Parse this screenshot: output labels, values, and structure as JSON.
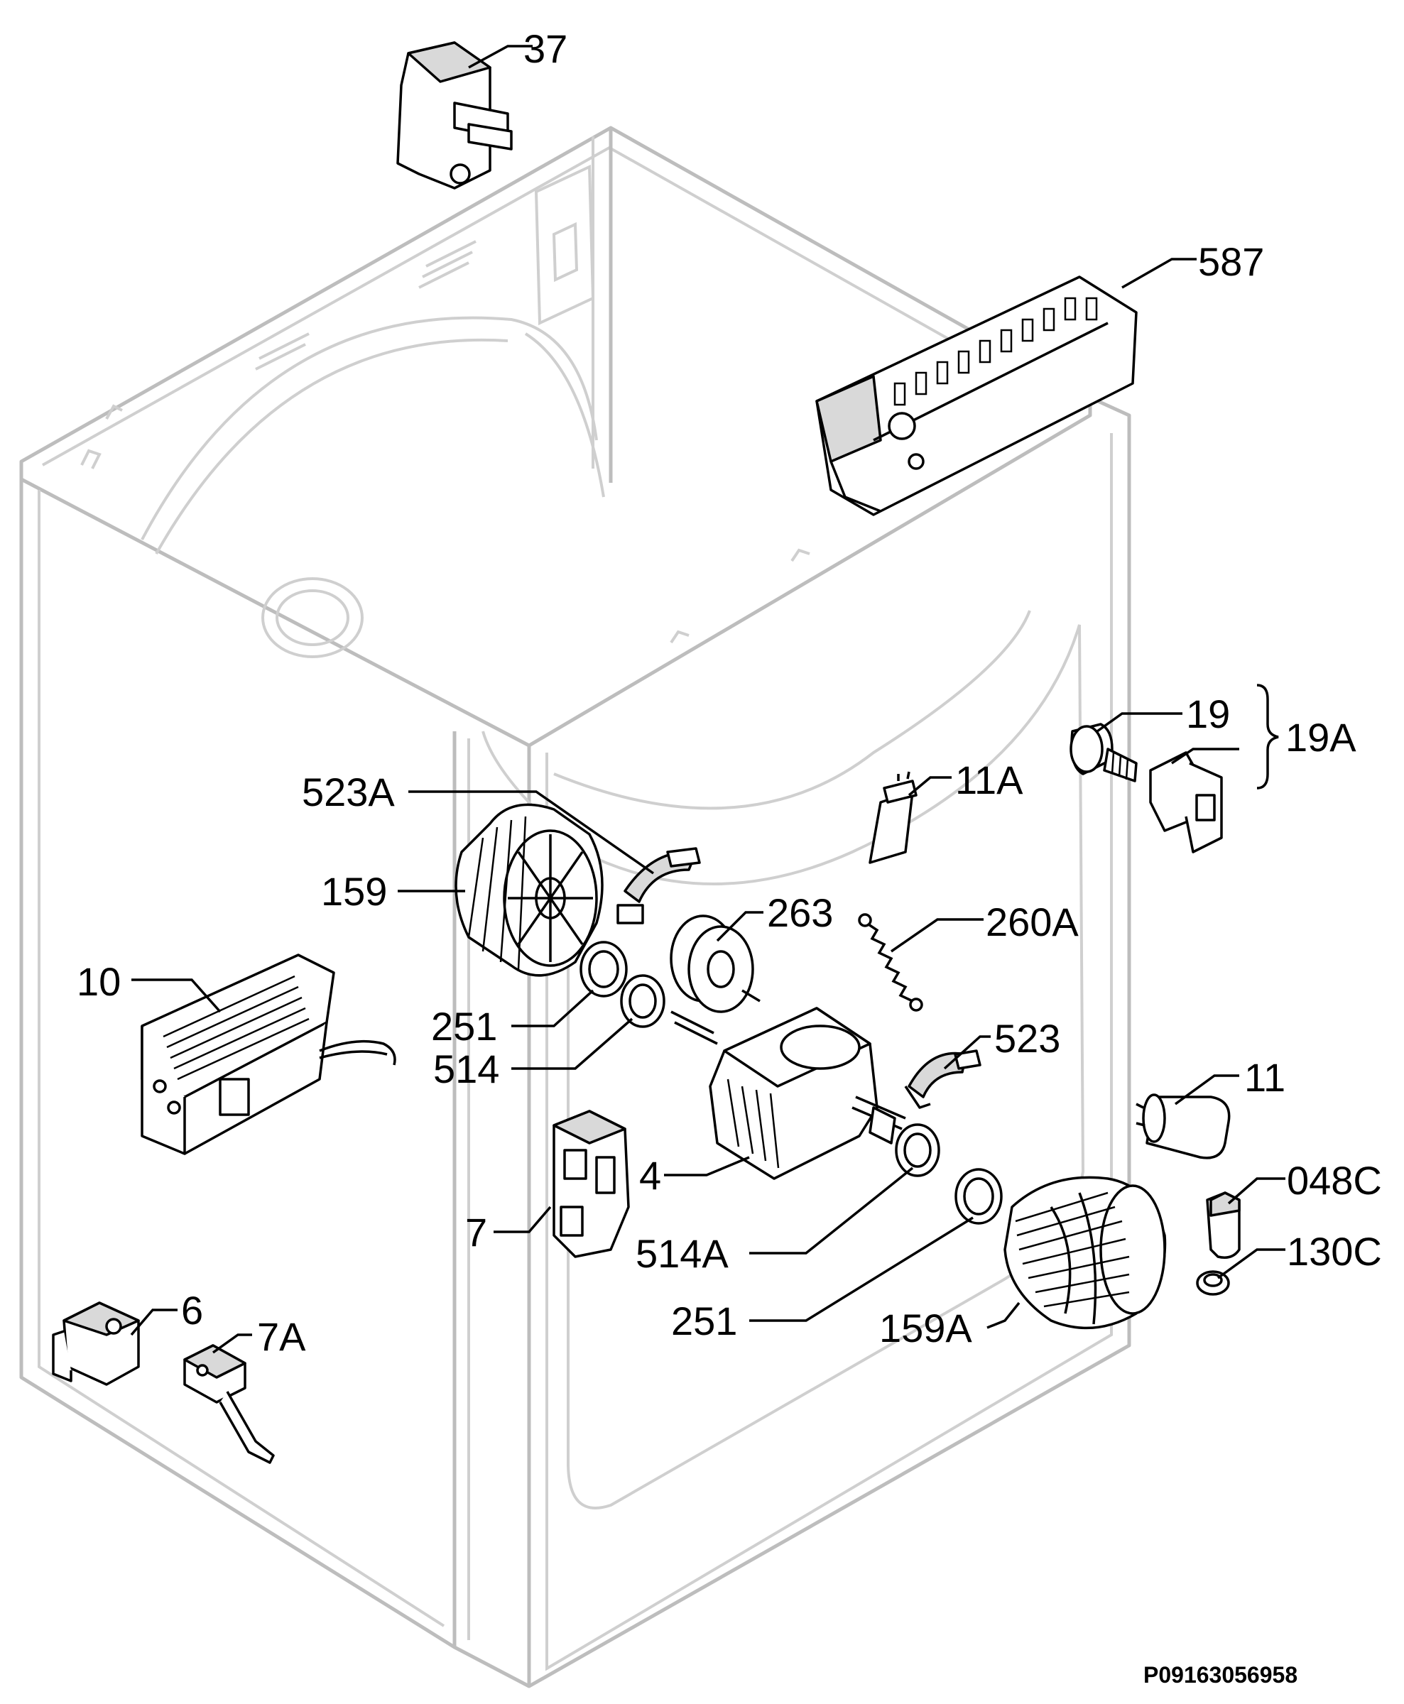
{
  "diagram": {
    "callouts": [
      {
        "id": "37",
        "label": "37"
      },
      {
        "id": "587",
        "label": "587"
      },
      {
        "id": "19",
        "label": "19"
      },
      {
        "id": "19A",
        "label": "19A"
      },
      {
        "id": "523A",
        "label": "523A"
      },
      {
        "id": "11A",
        "label": "11A"
      },
      {
        "id": "159",
        "label": "159"
      },
      {
        "id": "263",
        "label": "263"
      },
      {
        "id": "260A",
        "label": "260A"
      },
      {
        "id": "10",
        "label": "10"
      },
      {
        "id": "523",
        "label": "523"
      },
      {
        "id": "251a",
        "label": "251"
      },
      {
        "id": "514",
        "label": "514"
      },
      {
        "id": "11",
        "label": "11"
      },
      {
        "id": "4",
        "label": "4"
      },
      {
        "id": "048C",
        "label": "048C"
      },
      {
        "id": "7",
        "label": "7"
      },
      {
        "id": "130C",
        "label": "130C"
      },
      {
        "id": "514A",
        "label": "514A"
      },
      {
        "id": "6",
        "label": "6"
      },
      {
        "id": "251b",
        "label": "251"
      },
      {
        "id": "159A",
        "label": "159A"
      },
      {
        "id": "7A",
        "label": "7A"
      }
    ],
    "drawing_code": "P09163056958"
  }
}
